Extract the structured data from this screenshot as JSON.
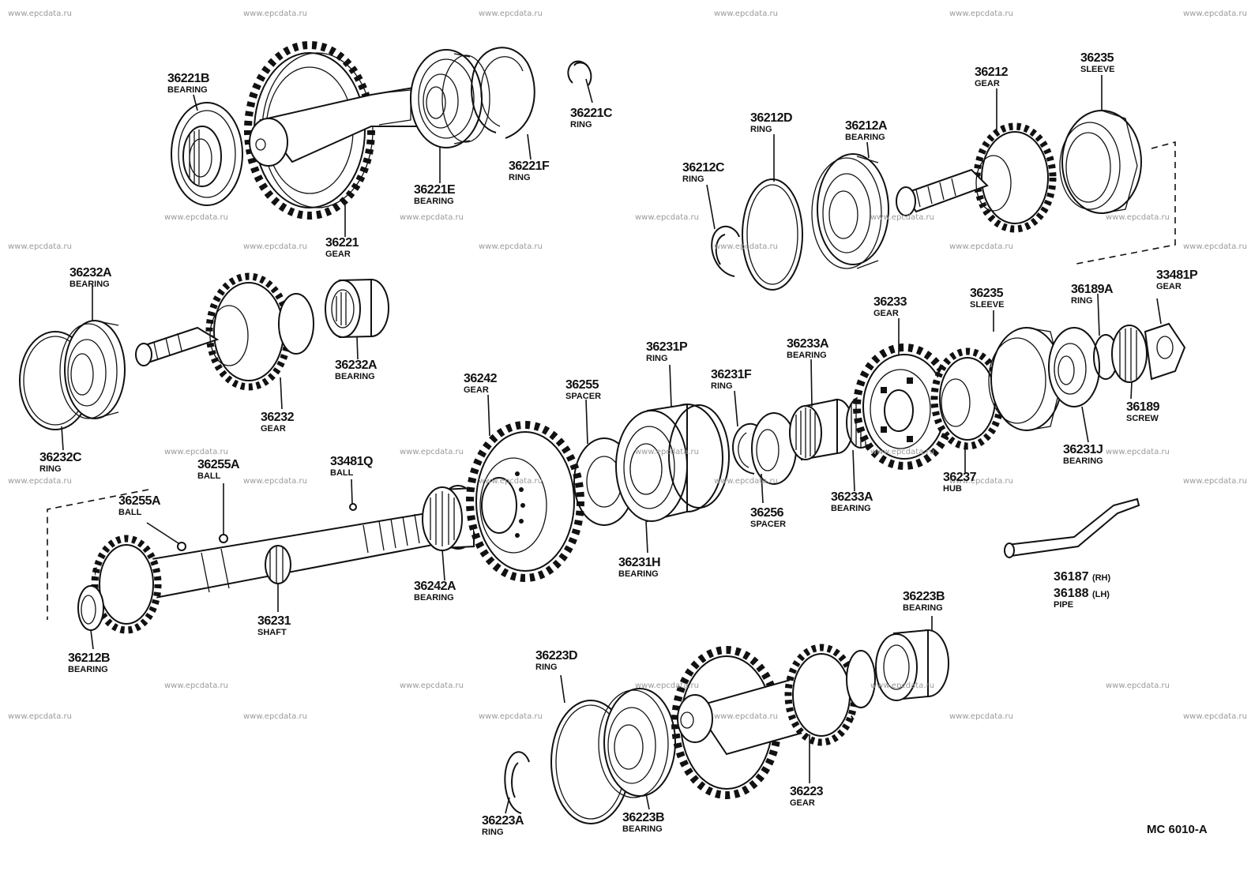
{
  "watermark_text": "www.epcdata.ru",
  "diagram_code": "MC  6010-A",
  "parts": {
    "p36221B": {
      "num": "36221B",
      "name": "BEARING"
    },
    "p36221": {
      "num": "36221",
      "name": "GEAR"
    },
    "p36221E": {
      "num": "36221E",
      "name": "BEARING"
    },
    "p36221F": {
      "num": "36221F",
      "name": "RING"
    },
    "p36221C": {
      "num": "36221C",
      "name": "RING"
    },
    "p36212C": {
      "num": "36212C",
      "name": "RING"
    },
    "p36212D": {
      "num": "36212D",
      "name": "RING"
    },
    "p36212A": {
      "num": "36212A",
      "name": "BEARING"
    },
    "p36212": {
      "num": "36212",
      "name": "GEAR"
    },
    "p36235_top": {
      "num": "36235",
      "name": "SLEEVE"
    },
    "p36232A_top": {
      "num": "36232A",
      "name": "BEARING"
    },
    "p36232A_mid": {
      "num": "36232A",
      "name": "BEARING"
    },
    "p36232": {
      "num": "36232",
      "name": "GEAR"
    },
    "p36232C": {
      "num": "36232C",
      "name": "RING"
    },
    "p36233": {
      "num": "36233",
      "name": "GEAR"
    },
    "p36235_mid": {
      "num": "36235",
      "name": "SLEEVE"
    },
    "p36189A": {
      "num": "36189A",
      "name": "RING"
    },
    "p33481P": {
      "num": "33481P",
      "name": "GEAR"
    },
    "p36233A_top": {
      "num": "36233A",
      "name": "BEARING"
    },
    "p36231P": {
      "num": "36231P",
      "name": "RING"
    },
    "p36231F": {
      "num": "36231F",
      "name": "RING"
    },
    "p36242": {
      "num": "36242",
      "name": "GEAR"
    },
    "p36255": {
      "num": "36255",
      "name": "SPACER"
    },
    "p36189": {
      "num": "36189",
      "name": "SCREW"
    },
    "p36231J": {
      "num": "36231J",
      "name": "BEARING"
    },
    "p36237": {
      "num": "36237",
      "name": "HUB"
    },
    "p36233A_bot": {
      "num": "36233A",
      "name": "BEARING"
    },
    "p36256": {
      "num": "36256",
      "name": "SPACER"
    },
    "p36231H": {
      "num": "36231H",
      "name": "BEARING"
    },
    "p36242A": {
      "num": "36242A",
      "name": "BEARING"
    },
    "p36255A_a": {
      "num": "36255A",
      "name": "BALL"
    },
    "p36255A_b": {
      "num": "36255A",
      "name": "BALL"
    },
    "p33481Q": {
      "num": "33481Q",
      "name": "BALL"
    },
    "p36231": {
      "num": "36231",
      "name": "SHAFT"
    },
    "p36212B": {
      "num": "36212B",
      "name": "BEARING"
    },
    "p36187": {
      "num": "36187",
      "suffix": "(RH)"
    },
    "p36188": {
      "num": "36188",
      "suffix": "(LH)",
      "name": "PIPE"
    },
    "p36223B_top": {
      "num": "36223B",
      "name": "BEARING"
    },
    "p36223D": {
      "num": "36223D",
      "name": "RING"
    },
    "p36223": {
      "num": "36223",
      "name": "GEAR"
    },
    "p36223A": {
      "num": "36223A",
      "name": "RING"
    },
    "p36223B_bot": {
      "num": "36223B",
      "name": "BEARING"
    }
  }
}
